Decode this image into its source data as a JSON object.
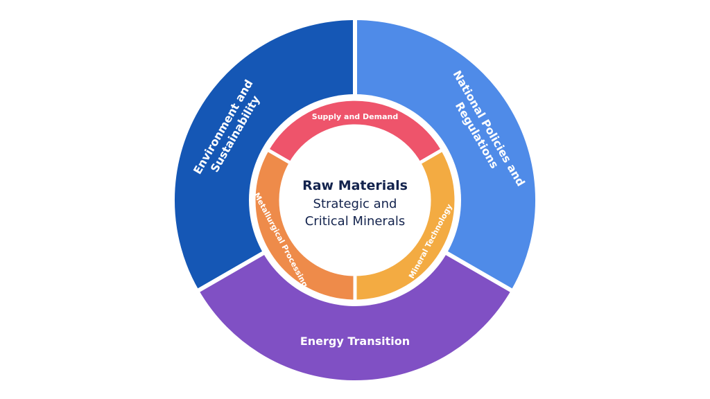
{
  "center": {
    "title": "Raw Materials",
    "line1": "Strategic and",
    "line2": "Critical Minerals"
  },
  "outer_segments": {
    "environment": {
      "line1": "Environment and",
      "line2": "Sustainability",
      "color": "#1557b5"
    },
    "policies": {
      "line1": "National Policies and",
      "line2": "Regulations",
      "color": "#4f8be8"
    },
    "energy": {
      "label": "Energy Transition",
      "color": "#8050c4"
    }
  },
  "inner_segments": {
    "supply": {
      "label": "Supply and Demand",
      "color": "#ee546b"
    },
    "metallurgical": {
      "label": "Metallurgical Processing",
      "color": "#ee8b4a"
    },
    "mineral": {
      "label": "Mineral Technology",
      "color": "#f3ab42"
    }
  }
}
